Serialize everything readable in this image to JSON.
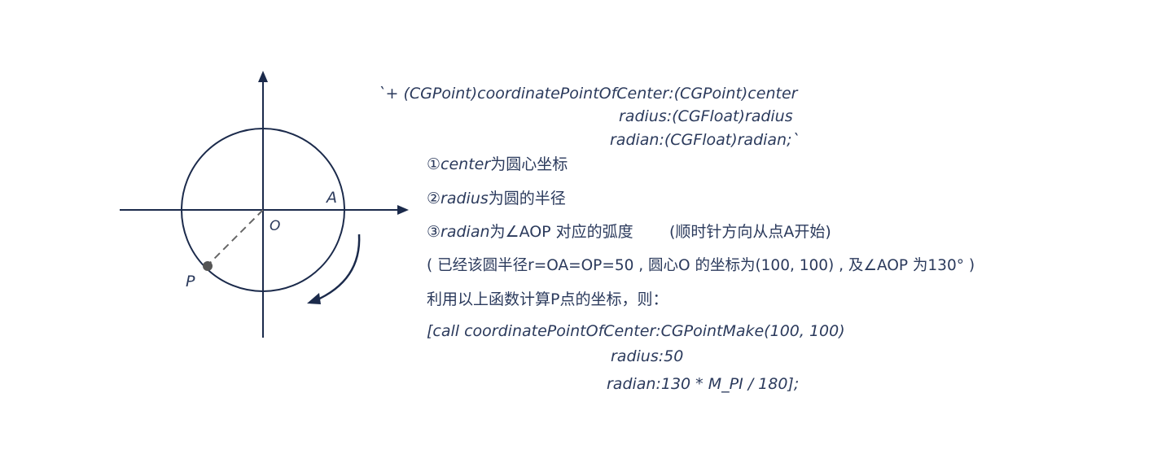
{
  "diagram": {
    "label_a": "A",
    "label_o": "O",
    "label_p": "P"
  },
  "code_signature": {
    "line1": "`+ (CGPoint)coordinatePointOfCenter:(CGPoint)center",
    "line2": "radius:(CGFloat)radius",
    "line3": "radian:(CGFloat)radian;`"
  },
  "notes": {
    "n1_mark": "①",
    "n1_param": "center",
    "n1_text": "为圆心坐标",
    "n2_mark": "②",
    "n2_param": "radius",
    "n2_text": "为圆的半径",
    "n3_mark": "③",
    "n3_param": "radian",
    "n3_text_a": "为∠AOP 对应的弧度",
    "n3_text_b": "(顺时针方向从点A开始)",
    "n4_text": "( 已经该圆半径r=OA=OP=50 , 圆心O 的坐标为(100, 100) ,  及∠AOP 为130° )",
    "n5_text": "利用以上函数计算P点的坐标，则："
  },
  "code_call": {
    "line1": "[call coordinatePointOfCenter:CGPointMake(100, 100)",
    "line2": "radius:50",
    "line3": "radian:130 * M_PI / 180];"
  }
}
